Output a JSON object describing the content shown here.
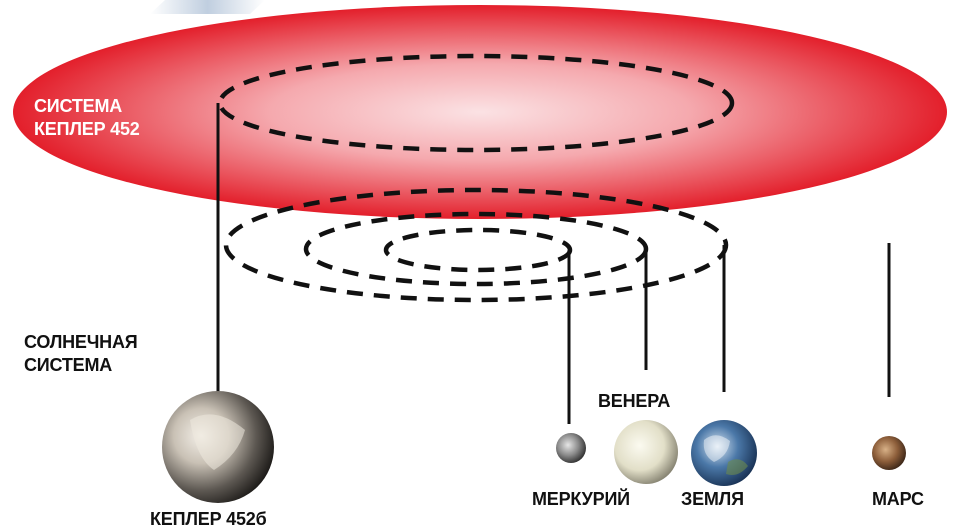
{
  "kepler_system": {
    "title_line1": "СИСТЕМА",
    "title_line2": "КЕПЛЕР 452",
    "disc_color": "#e62a35",
    "planet": {
      "name": "КЕПЛЕР 452б",
      "icon": "kepler-452b-planet"
    }
  },
  "solar_system": {
    "title_line1": "СОЛНЕЧНАЯ",
    "title_line2": "СИСТЕМА",
    "disc_color": "#c9d5e2",
    "planets": [
      {
        "name": "МЕРКУРИЙ",
        "icon": "mercury-planet"
      },
      {
        "name": "ВЕНЕРА",
        "icon": "venus-planet"
      },
      {
        "name": "ЗЕМЛЯ",
        "icon": "earth-planet"
      },
      {
        "name": "МАРС",
        "icon": "mars-planet"
      }
    ]
  },
  "colors": {
    "orbit_dash": "#111111",
    "label_dark": "#111111",
    "label_light": "#ffffff"
  }
}
